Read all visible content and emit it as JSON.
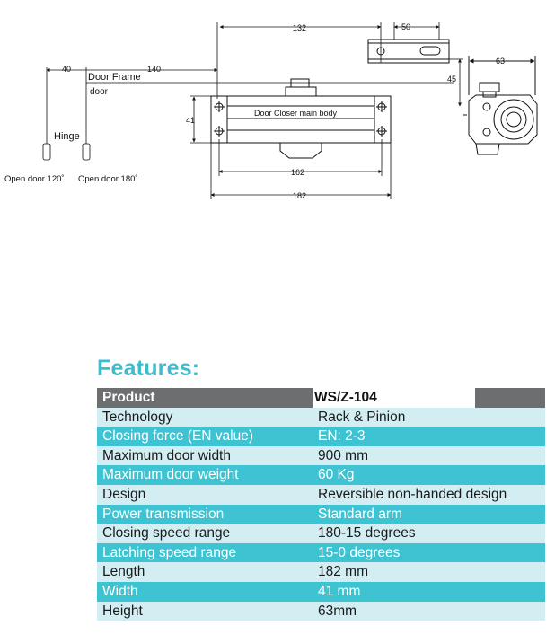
{
  "drawing": {
    "labels": {
      "door_frame": "Door Frame",
      "door": "door",
      "hinge": "Hinge",
      "open_120": "Open door 120˚",
      "open_180": "Open door 180˚",
      "main_body": "Door Closer main body"
    },
    "dimensions": {
      "d40": "40",
      "d140": "140",
      "d132": "132",
      "d50": "50",
      "d63": "63",
      "d45": "45",
      "d41": "41",
      "d162": "162",
      "d182": "182"
    }
  },
  "features": {
    "title": "Features:",
    "header": {
      "label": "Product",
      "value": "WS/Z-104"
    },
    "rows": [
      {
        "label": "Technology",
        "value": "Rack & Pinion"
      },
      {
        "label": "Closing force (EN value)",
        "value": "EN: 2-3"
      },
      {
        "label": "Maximum door width",
        "value": "900 mm"
      },
      {
        "label": "Maximum door weight",
        "value": "60 Kg"
      },
      {
        "label": "Design",
        "value": "Reversible non-handed design"
      },
      {
        "label": "Power transmission",
        "value": "Standard arm"
      },
      {
        "label": "Closing speed range",
        "value": "180-15 degrees"
      },
      {
        "label": "Latching speed range",
        "value": "15-0 degrees"
      },
      {
        "label": "Length",
        "value": "182 mm"
      },
      {
        "label": "Width",
        "value": "41 mm"
      },
      {
        "label": "Height",
        "value": "63mm"
      }
    ]
  },
  "colors": {
    "title": "#3dbdcc",
    "row_dark": "#3ec3d2",
    "row_light": "#d3eef2",
    "header": "#6d6e70"
  }
}
